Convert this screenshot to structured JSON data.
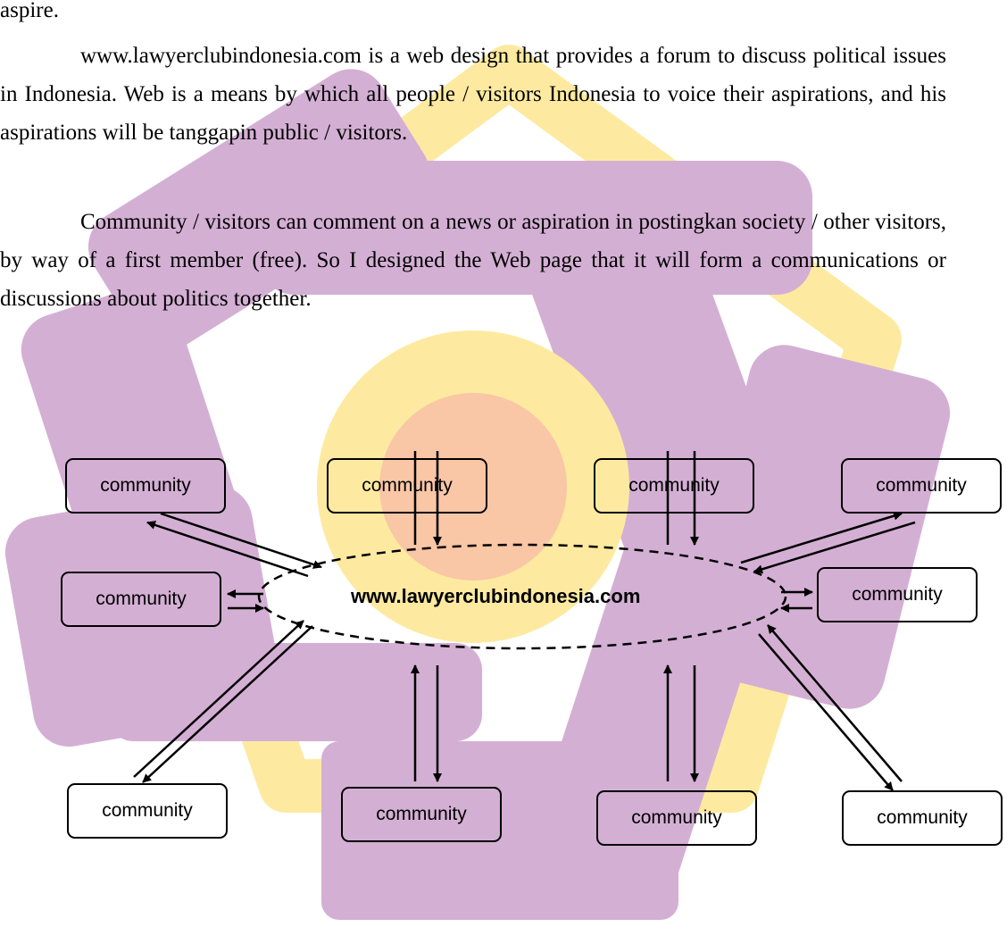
{
  "paragraphs": {
    "aspire": "aspire.",
    "intro": "www.lawyerclubindonesia.com is a web design that provides a forum to discuss political issues in Indonesia. Web is a means by which all people / visitors Indonesia to voice their aspirations, and his aspirations will be tanggapin public / visitors.",
    "community": "Community / visitors can comment on a news or aspiration in postingkan society / other visitors, by way of a first member (free). So I designed the Web page that it will form a communications or discussions about politics together."
  },
  "diagram": {
    "hub": "www.lawyerclubindonesia.com",
    "nodes": [
      {
        "id": "top-1",
        "label": "community"
      },
      {
        "id": "top-2",
        "label": "community"
      },
      {
        "id": "top-3",
        "label": "community"
      },
      {
        "id": "top-4",
        "label": "community"
      },
      {
        "id": "left",
        "label": "community"
      },
      {
        "id": "right",
        "label": "community"
      },
      {
        "id": "bottom-1",
        "label": "community"
      },
      {
        "id": "bottom-2",
        "label": "community"
      },
      {
        "id": "bottom-3",
        "label": "community"
      },
      {
        "id": "bottom-4",
        "label": "community"
      }
    ]
  },
  "colors": {
    "watermark_purple": "#d4afd4",
    "watermark_yellow": "#fdeaa0",
    "watermark_orange": "#f9c6a6"
  }
}
